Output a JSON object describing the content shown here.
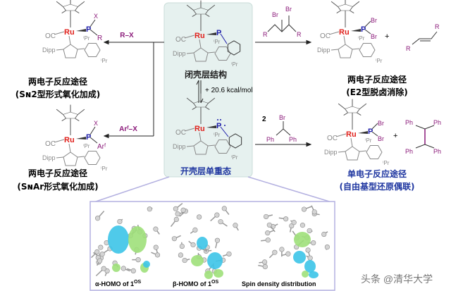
{
  "atoms": {
    "ru": "Ru",
    "p": "P",
    "oc": "OC",
    "dipp": "Dipp",
    "ipr": "ⁱPr",
    "br": "Br",
    "ph": "Ph",
    "x": "X",
    "r": "R",
    "arf": "Arᶠ"
  },
  "center": {
    "closed_label": "闭壳层结构",
    "energy": "+ 20.6 kcal/mol",
    "open_label": "开壳层单重态"
  },
  "left_top": {
    "reagent": "R–X",
    "title": "两电子反应途径",
    "subtitle": "(Sɴ2型形式氧化加成)"
  },
  "left_bottom": {
    "reagent": "Arᶠ–X",
    "title": "两电子反应途径",
    "subtitle": "(SɴAr形式氧化加成)"
  },
  "right_top": {
    "title": "两电子反应途径",
    "subtitle": "(E2型脱卤消除)",
    "plus": "+"
  },
  "right_bottom": {
    "coef": "2",
    "title": "单电子反应途径",
    "subtitle": "(自由基型还原偶联)",
    "plus": "+"
  },
  "orbitals": [
    {
      "caption": "α-HOMO of 1",
      "sup": "OS"
    },
    {
      "caption": "β-HOMO of 1",
      "sup": "OS"
    },
    {
      "caption": "Spin density distribution",
      "sup": ""
    }
  ],
  "watermark": "头条 @清华大学",
  "colors": {
    "ru": "#e0201b",
    "p": "#1a1aa8",
    "halogen": "#8b1a7a",
    "blue_text": "#1f36a0",
    "panel": "#e6f1ef",
    "frame": "#b3b0e0"
  }
}
